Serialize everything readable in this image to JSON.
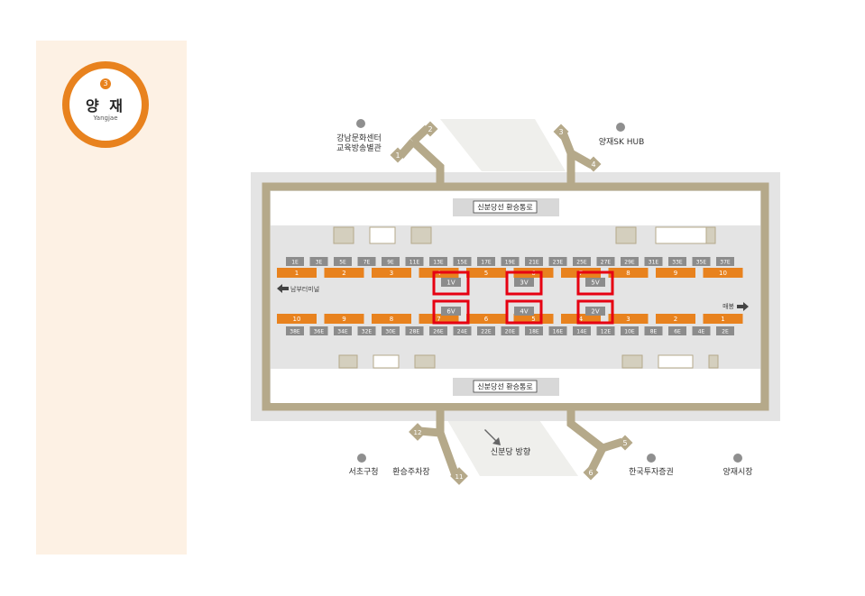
{
  "station": {
    "line_number": "3",
    "name_ko": "양 재",
    "name_en": "Yangjae"
  },
  "colors": {
    "line3": "#e8821e",
    "highlight": "#e60012",
    "structure": "#b5a98a",
    "floor": "#e4e4e4",
    "door": "#8c8c8c"
  },
  "passage_label": "신분당선 환승통로",
  "exits": [
    {
      "no": "1"
    },
    {
      "no": "2"
    },
    {
      "no": "3"
    },
    {
      "no": "4"
    },
    {
      "no": "5"
    },
    {
      "no": "6"
    },
    {
      "no": "11"
    },
    {
      "no": "12"
    }
  ],
  "landmarks": {
    "gangnam_center_1": "강남문화센터",
    "gangnam_center_2": "교육방송별관",
    "sk_hub": "양재SK HUB",
    "seocho_office": "서초구청",
    "transfer_parking": "환승주차장",
    "korea_investment": "한국투자증권",
    "yangjae_market": "양재시장"
  },
  "directions": {
    "left": "남부터미널",
    "right": "매봉",
    "bottom": "신분당 방향"
  },
  "icons": {
    "arrow_left": "arrow-left-icon",
    "arrow_right": "arrow-right-icon",
    "arrow_down": "arrow-down-icon"
  },
  "top_escalators": [
    "1E",
    "3E",
    "5E",
    "7E",
    "9E",
    "11E",
    "13E",
    "15E",
    "17E",
    "19E",
    "21E",
    "23E",
    "25E",
    "27E",
    "29E",
    "31E",
    "33E",
    "35E",
    "37E"
  ],
  "top_cars": [
    "1",
    "2",
    "3",
    "4",
    "5",
    "6",
    "7",
    "8",
    "9",
    "10"
  ],
  "bottom_cars": [
    "10",
    "9",
    "8",
    "7",
    "6",
    "5",
    "4",
    "3",
    "2",
    "1"
  ],
  "bottom_escalators": [
    "38E",
    "36E",
    "34E",
    "32E",
    "30E",
    "28E",
    "26E",
    "24E",
    "22E",
    "20E",
    "18E",
    "16E",
    "14E",
    "12E",
    "10E",
    "8E",
    "6E",
    "4E",
    "2E"
  ],
  "elevators": [
    {
      "label": "1V",
      "highlighted": true
    },
    {
      "label": "3V",
      "highlighted": true
    },
    {
      "label": "5V",
      "highlighted": true
    },
    {
      "label": "6V",
      "highlighted": true
    },
    {
      "label": "4V",
      "highlighted": true
    },
    {
      "label": "2V",
      "highlighted": true
    }
  ]
}
